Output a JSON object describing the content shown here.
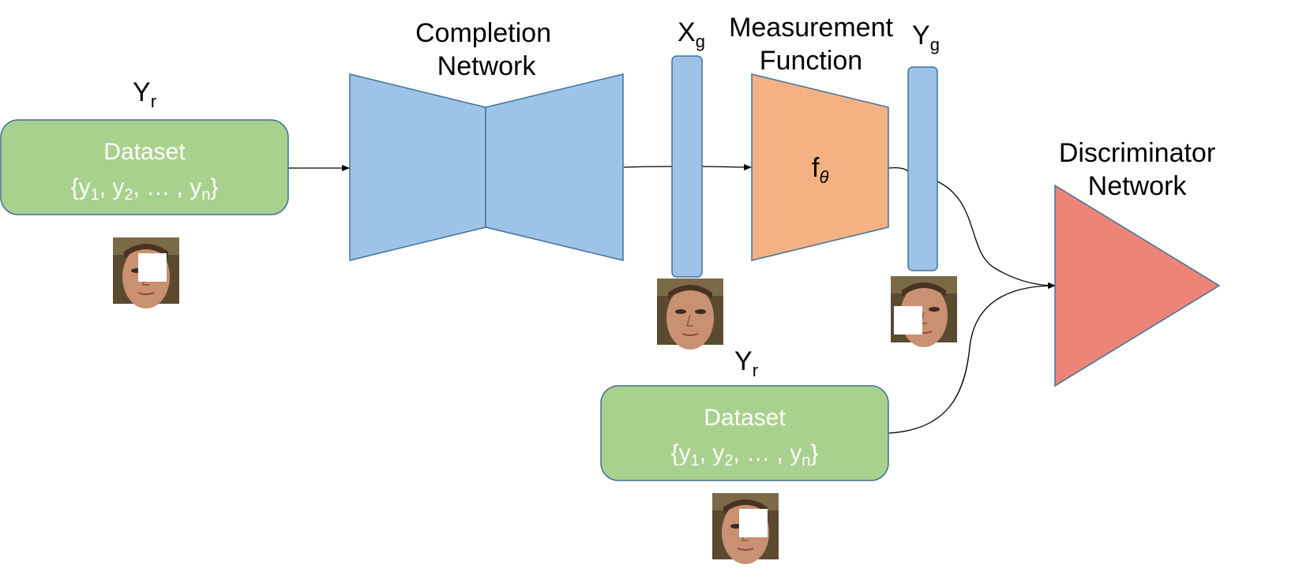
{
  "colors": {
    "dataset_fill": "#a9d18e",
    "dataset_stroke": "#41719c",
    "network_fill": "#9dc3e6",
    "measurement_fill": "#f4b183",
    "discriminator_fill": "#ec8577",
    "face_skin": "#c99072",
    "face_bg": "#5a4a30"
  },
  "labels": {
    "completion_line1": "Completion",
    "completion_line2": "Network",
    "xg_main": "X",
    "xg_sub": "g",
    "measurement_line1": "Measurement",
    "measurement_line2": "Function",
    "yg_main": "Y",
    "yg_sub": "g",
    "discriminator_line1": "Discriminator",
    "discriminator_line2": "Network",
    "f_main": "f",
    "f_sub": "θ"
  },
  "dataset_top": {
    "label_main": "Y",
    "label_sub": "r",
    "title": "Dataset",
    "set_open": "{y",
    "sub1": "1",
    "mid1": ", y",
    "sub2": "2",
    "mid2": ", … , y",
    "subn": "n",
    "set_close": "}"
  },
  "dataset_bottom": {
    "label_main": "Y",
    "label_sub": "r",
    "title": "Dataset",
    "set_open": "{y",
    "sub1": "1",
    "mid1": ", y",
    "sub2": "2",
    "mid2": ", … , y",
    "subn": "n",
    "set_close": "}"
  },
  "images": [
    {
      "name": "face-masked-input",
      "masked": true
    },
    {
      "name": "face-completed",
      "masked": false
    },
    {
      "name": "face-measured",
      "masked": true
    },
    {
      "name": "face-masked-real",
      "masked": true
    }
  ]
}
